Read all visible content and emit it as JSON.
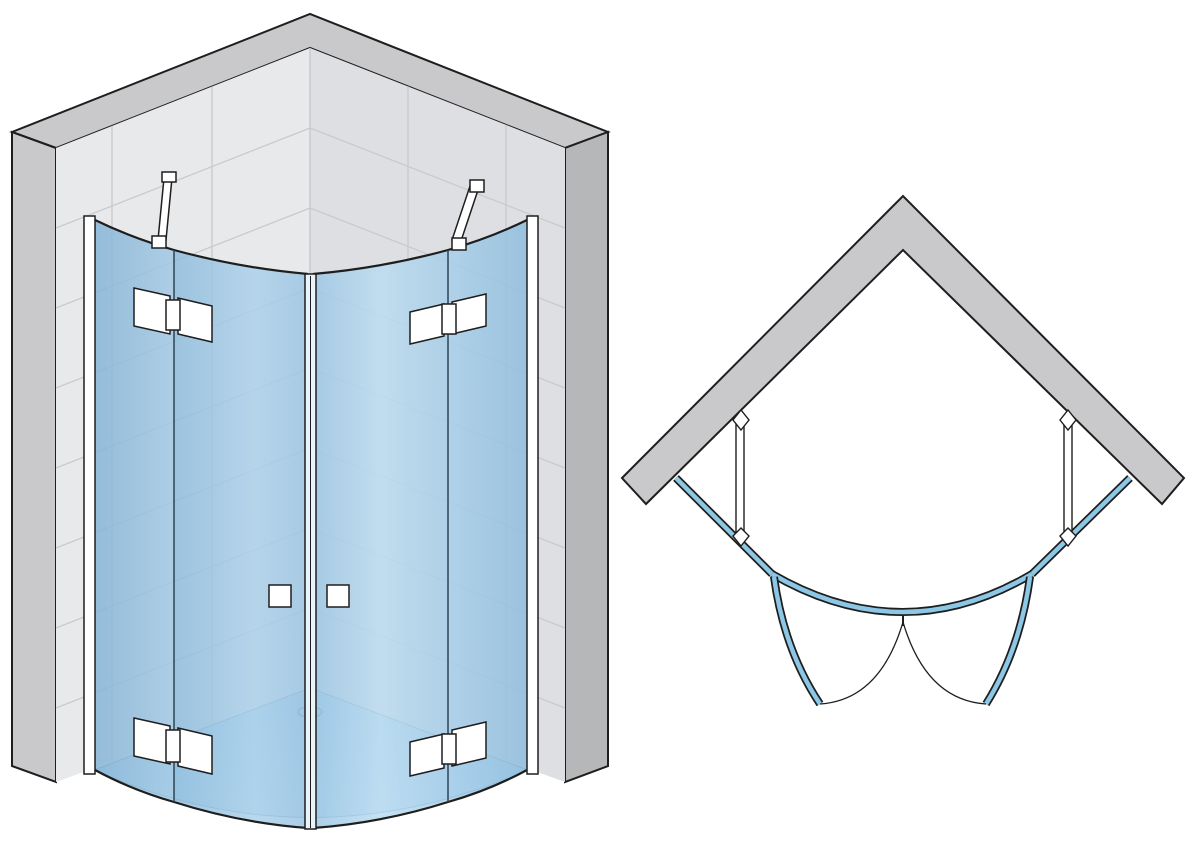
{
  "figure": {
    "views": [
      {
        "id": "perspective",
        "label": ""
      },
      {
        "id": "plan",
        "label": ""
      }
    ]
  },
  "colors": {
    "background": "#ffffff",
    "wall": "#c9c9cb",
    "wall_dark": "#b6b7b9",
    "outline": "#1e1e1e",
    "tile_back": "#e6e7e9",
    "tile_side": "#e2e3e5",
    "tile_grid": "#c9cbcf",
    "glass": "#a8cde6",
    "glass_light": "#c9e3f4",
    "glass_dark": "#86b4d6",
    "glass_edge": "#5fa8d2",
    "hardware": "#ffffff"
  },
  "components": {
    "glass_panels": [
      "fixed-left",
      "door-left",
      "door-right",
      "fixed-right"
    ],
    "hinges": 4,
    "handles": 2,
    "stabilizer_bars": 2,
    "wall_profiles": 2
  }
}
